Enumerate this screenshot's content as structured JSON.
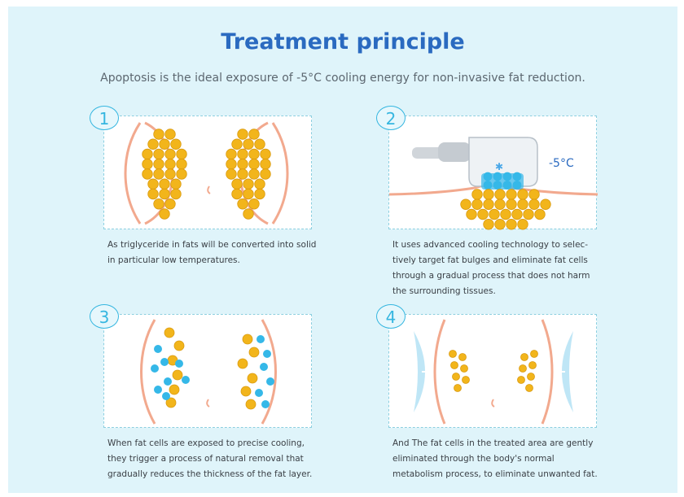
{
  "header": {
    "title": "Treatment principle",
    "subtitle": "Apoptosis is the ideal exposure of -5°C cooling energy for non-invasive fat reduction."
  },
  "steps": [
    {
      "number": "1",
      "lines": [
        "As triglyceride in fats will be converted into solid",
        "in particular low temperatures."
      ]
    },
    {
      "number": "2",
      "temperature": "-5°C",
      "lines": [
        "It uses advanced cooling technology to selec-",
        "tively target fat bulges and eliminate fat cells",
        "through a gradual process that does not harm",
        "the surrounding tissues."
      ]
    },
    {
      "number": "3",
      "lines": [
        "When fat cells are exposed to precise cooling,",
        "they trigger a process of natural removal that",
        "gradually reduces the thickness of the fat layer."
      ]
    },
    {
      "number": "4",
      "lines": [
        "And The fat cells in the treated area are gently",
        "eliminated through the body's normal",
        "metabolism process, to eliminate unwanted fat."
      ]
    }
  ],
  "colors": {
    "background": "#dff4fa",
    "title": "#2a6ac0",
    "accent": "#35b6e0",
    "fat_cell": "#f2b51b",
    "cooled_cell": "#35b8e8",
    "skin": "#f2a98e"
  }
}
